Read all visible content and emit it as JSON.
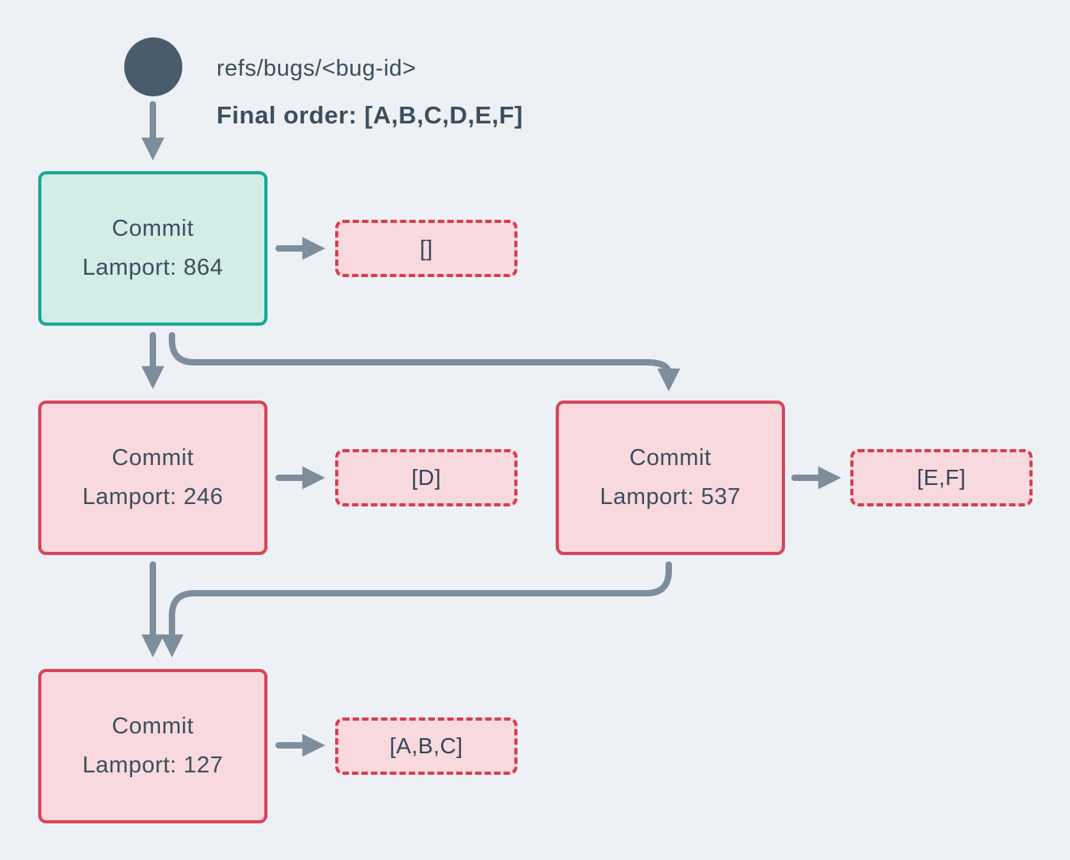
{
  "header": {
    "ref_name": "refs/bugs/<bug-id>",
    "final_order": "Final order: [A,B,C,D,E,F]"
  },
  "nodes": [
    {
      "title": "Commit",
      "lamport": "Lamport: 864",
      "variant": "teal",
      "bag": "[]"
    },
    {
      "title": "Commit",
      "lamport": "Lamport: 246",
      "variant": "pink",
      "bag": "[D]"
    },
    {
      "title": "Commit",
      "lamport": "Lamport: 537",
      "variant": "pink",
      "bag": "[E,F]"
    },
    {
      "title": "Commit",
      "lamport": "Lamport: 127",
      "variant": "pink",
      "bag": "[A,B,C]"
    }
  ],
  "colors": {
    "background": "#edf1f5",
    "text": "#3d4e5e",
    "arrow": "#7d8d9b",
    "ref_dot": "#4a5b6b",
    "teal_border": "#17a993",
    "teal_fill": "#d3ece7",
    "red_border": "#d6455c",
    "pink_fill": "#f8d9dd"
  }
}
